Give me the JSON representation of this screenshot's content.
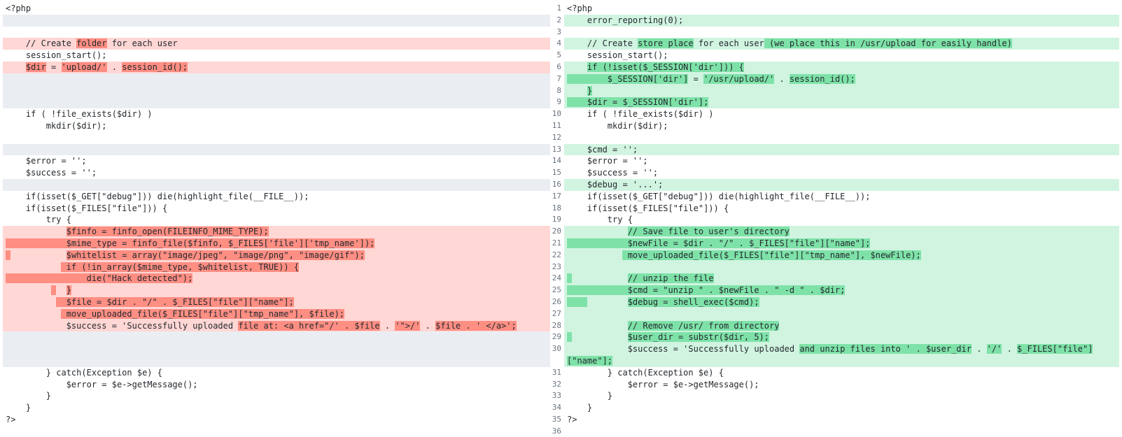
{
  "colors": {
    "deleted_line": "#ffd7d5",
    "deleted_word": "#ff8e83",
    "added_line": "#d1f4e1",
    "added_word": "#7ee2a8",
    "empty_line": "#eaeef2"
  },
  "left": [
    {
      "type": "ctx",
      "segments": [
        {
          "t": "<?php"
        }
      ]
    },
    {
      "type": "empty"
    },
    {
      "type": "blank"
    },
    {
      "type": "del",
      "segments": [
        {
          "t": "    // Create "
        },
        {
          "t": "folder",
          "hl": true
        },
        {
          "t": " for each user"
        }
      ]
    },
    {
      "type": "ctx",
      "segments": [
        {
          "t": "    session_start();"
        }
      ]
    },
    {
      "type": "del",
      "segments": [
        {
          "t": "    "
        },
        {
          "t": "$dir",
          "hl": true
        },
        {
          "t": " = "
        },
        {
          "t": "'upload/'",
          "hl": true
        },
        {
          "t": " . "
        },
        {
          "t": "session_id();",
          "hl": true
        }
      ]
    },
    {
      "type": "empty"
    },
    {
      "type": "empty"
    },
    {
      "type": "empty"
    },
    {
      "type": "ctx",
      "segments": [
        {
          "t": "    if ( !file_exists($dir) )"
        }
      ]
    },
    {
      "type": "ctx",
      "segments": [
        {
          "t": "        mkdir($dir);"
        }
      ]
    },
    {
      "type": "blank"
    },
    {
      "type": "empty"
    },
    {
      "type": "ctx",
      "segments": [
        {
          "t": "    $error = '';"
        }
      ]
    },
    {
      "type": "ctx",
      "segments": [
        {
          "t": "    $success = '';"
        }
      ]
    },
    {
      "type": "empty"
    },
    {
      "type": "ctx",
      "segments": [
        {
          "t": "    if(isset($_GET[\"debug\"])) die(highlight_file(__FILE__));"
        }
      ]
    },
    {
      "type": "ctx",
      "segments": [
        {
          "t": "    if(isset($_FILES[\"file\"])) {"
        }
      ]
    },
    {
      "type": "ctx",
      "segments": [
        {
          "t": "        try {"
        }
      ]
    },
    {
      "type": "del",
      "segments": [
        {
          "t": "            "
        },
        {
          "t": "$finfo = finfo_open(FILEINFO_MIME_TYPE);",
          "hl": true
        }
      ]
    },
    {
      "type": "del",
      "segments": [
        {
          "t": "            ",
          "hl": true
        },
        {
          "t": "$mime_type = finfo_file($finfo, $_FILES['file']['tmp_name']);",
          "hl": true
        }
      ]
    },
    {
      "type": "del",
      "segments": [
        {
          "t": " ",
          "hl": true
        },
        {
          "t": "           "
        },
        {
          "t": "$whitelist = array(\"image/jpeg\", \"image/png\", \"image/gif\");",
          "hl": true
        }
      ]
    },
    {
      "type": "del",
      "segments": [
        {
          "t": "           "
        },
        {
          "t": " if (!in_array($mime_type, $whitelist, TRUE)) {",
          "hl": true
        }
      ]
    },
    {
      "type": "del",
      "segments": [
        {
          "t": "                die(\"Hack detected\");",
          "hl": true
        }
      ]
    },
    {
      "type": "del",
      "segments": [
        {
          "t": "         "
        },
        {
          "t": " ",
          "hl": true
        },
        {
          "t": "  "
        },
        {
          "t": "}",
          "hl": true
        }
      ]
    },
    {
      "type": "del",
      "segments": [
        {
          "t": "          "
        },
        {
          "t": "  $file = $dir . \"/\" . $_FILES[\"file\"][\"name\"];",
          "hl": true
        }
      ]
    },
    {
      "type": "del",
      "segments": [
        {
          "t": "           "
        },
        {
          "t": " move_uploaded_file($_FILES[\"file\"][\"tmp_name\"], $file);",
          "hl": true
        }
      ]
    },
    {
      "type": "del",
      "segments": [
        {
          "t": "            $success = 'Successfully uploaded "
        },
        {
          "t": "file at: <a href=\"/' . $file",
          "hl": true
        },
        {
          "t": " . "
        },
        {
          "t": "'\">/'",
          "hl": true
        },
        {
          "t": " . "
        },
        {
          "t": "$file . ' </a>';",
          "hl": true
        }
      ]
    },
    {
      "type": "empty"
    },
    {
      "type": "empty"
    },
    {
      "type": "empty"
    },
    {
      "type": "ctx",
      "segments": [
        {
          "t": "        } catch(Exception $e) {"
        }
      ]
    },
    {
      "type": "ctx",
      "segments": [
        {
          "t": "            $error = $e->getMessage();"
        }
      ]
    },
    {
      "type": "ctx",
      "segments": [
        {
          "t": "        }"
        }
      ]
    },
    {
      "type": "ctx",
      "segments": [
        {
          "t": "    }"
        }
      ]
    },
    {
      "type": "ctx",
      "segments": [
        {
          "t": "?>"
        }
      ]
    }
  ],
  "right": [
    {
      "n": "1",
      "type": "ctx",
      "segments": [
        {
          "t": "<?php"
        }
      ]
    },
    {
      "n": "2",
      "type": "add",
      "segments": [
        {
          "t": "    error_reporting(0);"
        }
      ]
    },
    {
      "n": "3",
      "type": "blank"
    },
    {
      "n": "4",
      "type": "add",
      "segments": [
        {
          "t": "    // Create "
        },
        {
          "t": "store place",
          "hl": true
        },
        {
          "t": " for each user"
        },
        {
          "t": " (we place this in /usr/upload for easily handle)",
          "hl": true
        }
      ]
    },
    {
      "n": "5",
      "type": "ctx",
      "segments": [
        {
          "t": "    session_start();"
        }
      ]
    },
    {
      "n": "6",
      "type": "add",
      "segments": [
        {
          "t": "    "
        },
        {
          "t": "if (!isset($_SESSION['dir'])) {",
          "hl": true
        }
      ]
    },
    {
      "n": "7",
      "type": "add",
      "segments": [
        {
          "t": "        ",
          "hl": true
        },
        {
          "t": "$_SESSION['dir']",
          "hl": true
        },
        {
          "t": " = "
        },
        {
          "t": "'/usr/upload/'",
          "hl": true
        },
        {
          "t": " . "
        },
        {
          "t": "session_id();",
          "hl": true
        }
      ]
    },
    {
      "n": "8",
      "type": "add",
      "segments": [
        {
          "t": "    "
        },
        {
          "t": "}",
          "hl": true
        }
      ]
    },
    {
      "n": "9",
      "type": "add",
      "segments": [
        {
          "t": "    ",
          "hl": true
        },
        {
          "t": "$dir = $_SESSION['dir'];",
          "hl": true
        }
      ]
    },
    {
      "n": "10",
      "type": "ctx",
      "segments": [
        {
          "t": "    if ( !file_exists($dir) )"
        }
      ]
    },
    {
      "n": "11",
      "type": "ctx",
      "segments": [
        {
          "t": "        mkdir($dir);"
        }
      ]
    },
    {
      "n": "12",
      "type": "blank"
    },
    {
      "n": "13",
      "type": "add",
      "segments": [
        {
          "t": "    $cmd = '';"
        }
      ]
    },
    {
      "n": "14",
      "type": "ctx",
      "segments": [
        {
          "t": "    $error = '';"
        }
      ]
    },
    {
      "n": "15",
      "type": "ctx",
      "segments": [
        {
          "t": "    $success = '';"
        }
      ]
    },
    {
      "n": "16",
      "type": "add",
      "segments": [
        {
          "t": "    $debug = '...';"
        }
      ]
    },
    {
      "n": "17",
      "type": "ctx",
      "segments": [
        {
          "t": "    if(isset($_GET[\"debug\"])) die(highlight_file(__FILE__));"
        }
      ]
    },
    {
      "n": "18",
      "type": "ctx",
      "segments": [
        {
          "t": "    if(isset($_FILES[\"file\"])) {"
        }
      ]
    },
    {
      "n": "19",
      "type": "ctx",
      "segments": [
        {
          "t": "        try {"
        }
      ]
    },
    {
      "n": "20",
      "type": "add",
      "segments": [
        {
          "t": "            "
        },
        {
          "t": "// Save file to user's directory",
          "hl": true
        }
      ]
    },
    {
      "n": "21",
      "type": "add",
      "segments": [
        {
          "t": "            ",
          "hl": true
        },
        {
          "t": "$newFile = $dir . \"/\" . $_FILES[\"file\"][\"name\"];",
          "hl": true
        }
      ]
    },
    {
      "n": "22",
      "type": "add",
      "segments": [
        {
          "t": "           "
        },
        {
          "t": " move_uploaded_file($_FILES[\"file\"][\"tmp_name\"], $newFile);",
          "hl": true
        }
      ]
    },
    {
      "n": "23",
      "type": "add",
      "segments": [
        {
          "t": ""
        }
      ]
    },
    {
      "n": "24",
      "type": "add",
      "segments": [
        {
          "t": " ",
          "hl": true
        },
        {
          "t": "           "
        },
        {
          "t": "// unzip the file",
          "hl": true
        }
      ]
    },
    {
      "n": "25",
      "type": "add",
      "segments": [
        {
          "t": "            ",
          "hl": true
        },
        {
          "t": "$cmd = \"unzip \" . $newFile . \" -d \" . $dir;",
          "hl": true
        }
      ]
    },
    {
      "n": "26",
      "type": "add",
      "segments": [
        {
          "t": "    ",
          "hl": true
        },
        {
          "t": "        "
        },
        {
          "t": "$debug = shell_exec($cmd);",
          "hl": true
        }
      ]
    },
    {
      "n": "27",
      "type": "add",
      "segments": [
        {
          "t": ""
        }
      ]
    },
    {
      "n": "28",
      "type": "add",
      "segments": [
        {
          "t": "            "
        },
        {
          "t": "// Remove /usr/ from directory",
          "hl": true
        }
      ]
    },
    {
      "n": "29",
      "type": "add",
      "segments": [
        {
          "t": " ",
          "hl": true
        },
        {
          "t": "           "
        },
        {
          "t": "$user_dir = substr($dir, 5);",
          "hl": true
        }
      ]
    },
    {
      "n": "30",
      "type": "add",
      "wrap": true,
      "segments": [
        {
          "t": "            $success = 'Successfully uploaded "
        },
        {
          "t": "and unzip files into ' . $user_dir",
          "hl": true
        },
        {
          "t": " . "
        },
        {
          "t": "'/'",
          "hl": true
        },
        {
          "t": " . "
        },
        {
          "t": "$_FILES[\"file\"]\n[\"name\"];",
          "hl": true
        }
      ]
    },
    {
      "n": "31",
      "type": "ctx",
      "segments": [
        {
          "t": "        } catch(Exception $e) {"
        }
      ]
    },
    {
      "n": "32",
      "type": "ctx",
      "segments": [
        {
          "t": "            $error = $e->getMessage();"
        }
      ]
    },
    {
      "n": "33",
      "type": "ctx",
      "segments": [
        {
          "t": "        }"
        }
      ]
    },
    {
      "n": "34",
      "type": "ctx",
      "segments": [
        {
          "t": "    }"
        }
      ]
    },
    {
      "n": "35",
      "type": "ctx",
      "segments": [
        {
          "t": "?>"
        }
      ]
    },
    {
      "n": "36",
      "type": "blank"
    }
  ]
}
